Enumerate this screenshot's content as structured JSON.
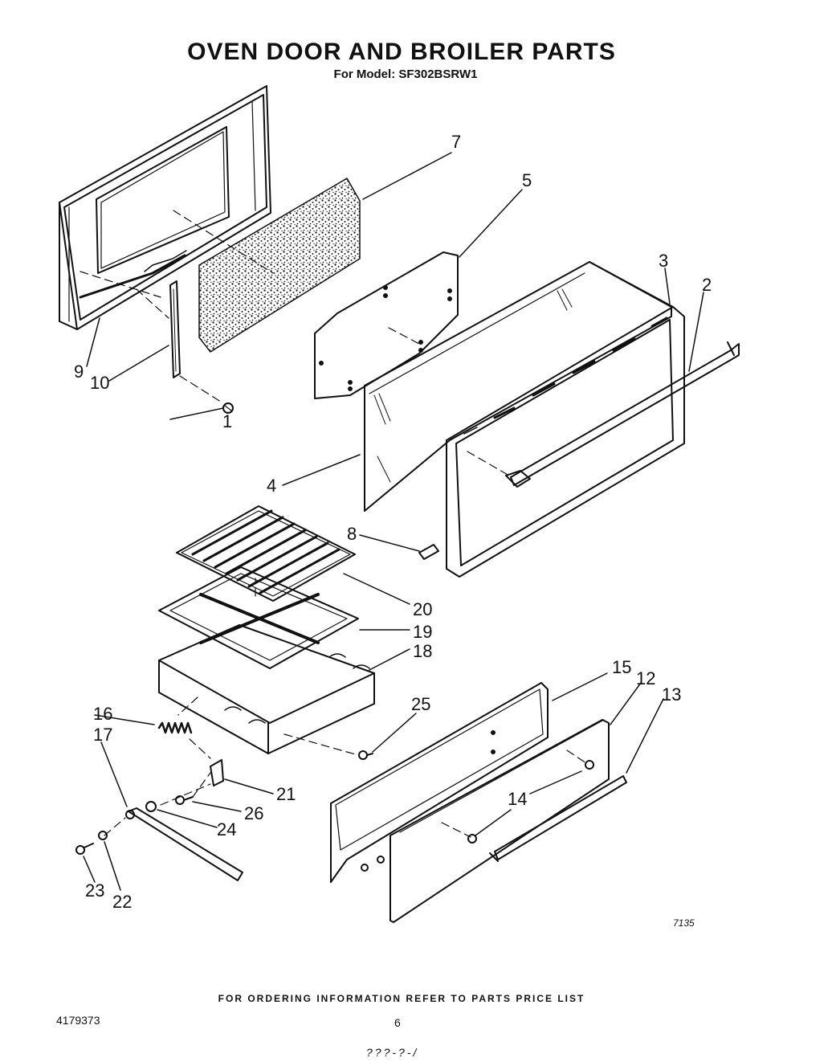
{
  "header": {
    "title": "OVEN DOOR AND BROILER PARTS",
    "model_line": "For Model: SF302BSRW1"
  },
  "callouts": [
    "1",
    "2",
    "3",
    "4",
    "5",
    "7",
    "8",
    "9",
    "10",
    "12",
    "13",
    "14",
    "15",
    "16",
    "17",
    "18",
    "19",
    "20",
    "21",
    "22",
    "23",
    "24",
    "25",
    "26"
  ],
  "diagram_code": "7135",
  "footer": {
    "ordering_note": "FOR ORDERING INFORMATION REFER TO PARTS PRICE LIST",
    "document_number": "4179373",
    "page_number": "6",
    "bottom_mark": "???-?-/"
  }
}
